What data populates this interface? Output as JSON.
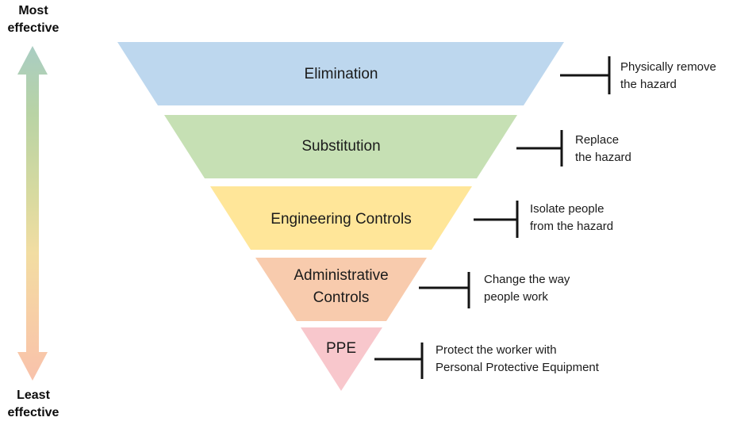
{
  "effectiveness_scale": {
    "top_line1": "Most",
    "top_line2": "effective",
    "bottom_line1": "Least",
    "bottom_line2": "effective",
    "gradient": [
      "#A9CDC3",
      "#B8D3A5",
      "#D8DAA0",
      "#F2DDA2",
      "#F7CFA6",
      "#F8C2AB"
    ]
  },
  "levels": [
    {
      "label": "Elimination",
      "color": "#BDD7EE",
      "annotation": [
        "Physically remove",
        "the hazard"
      ]
    },
    {
      "label": "Substitution",
      "color": "#C6E0B4",
      "annotation": [
        "Replace",
        "the hazard"
      ]
    },
    {
      "label": "Engineering Controls",
      "color": "#FFE699",
      "annotation": [
        "Isolate people",
        "from the hazard"
      ]
    },
    {
      "label": "Administrative Controls",
      "color": "#F8CBAD",
      "annotation": [
        "Change the way",
        "people work"
      ]
    },
    {
      "label": "PPE",
      "color": "#F8C7CC",
      "annotation": [
        "Protect the worker with",
        "Personal Protective Equipment"
      ]
    }
  ]
}
